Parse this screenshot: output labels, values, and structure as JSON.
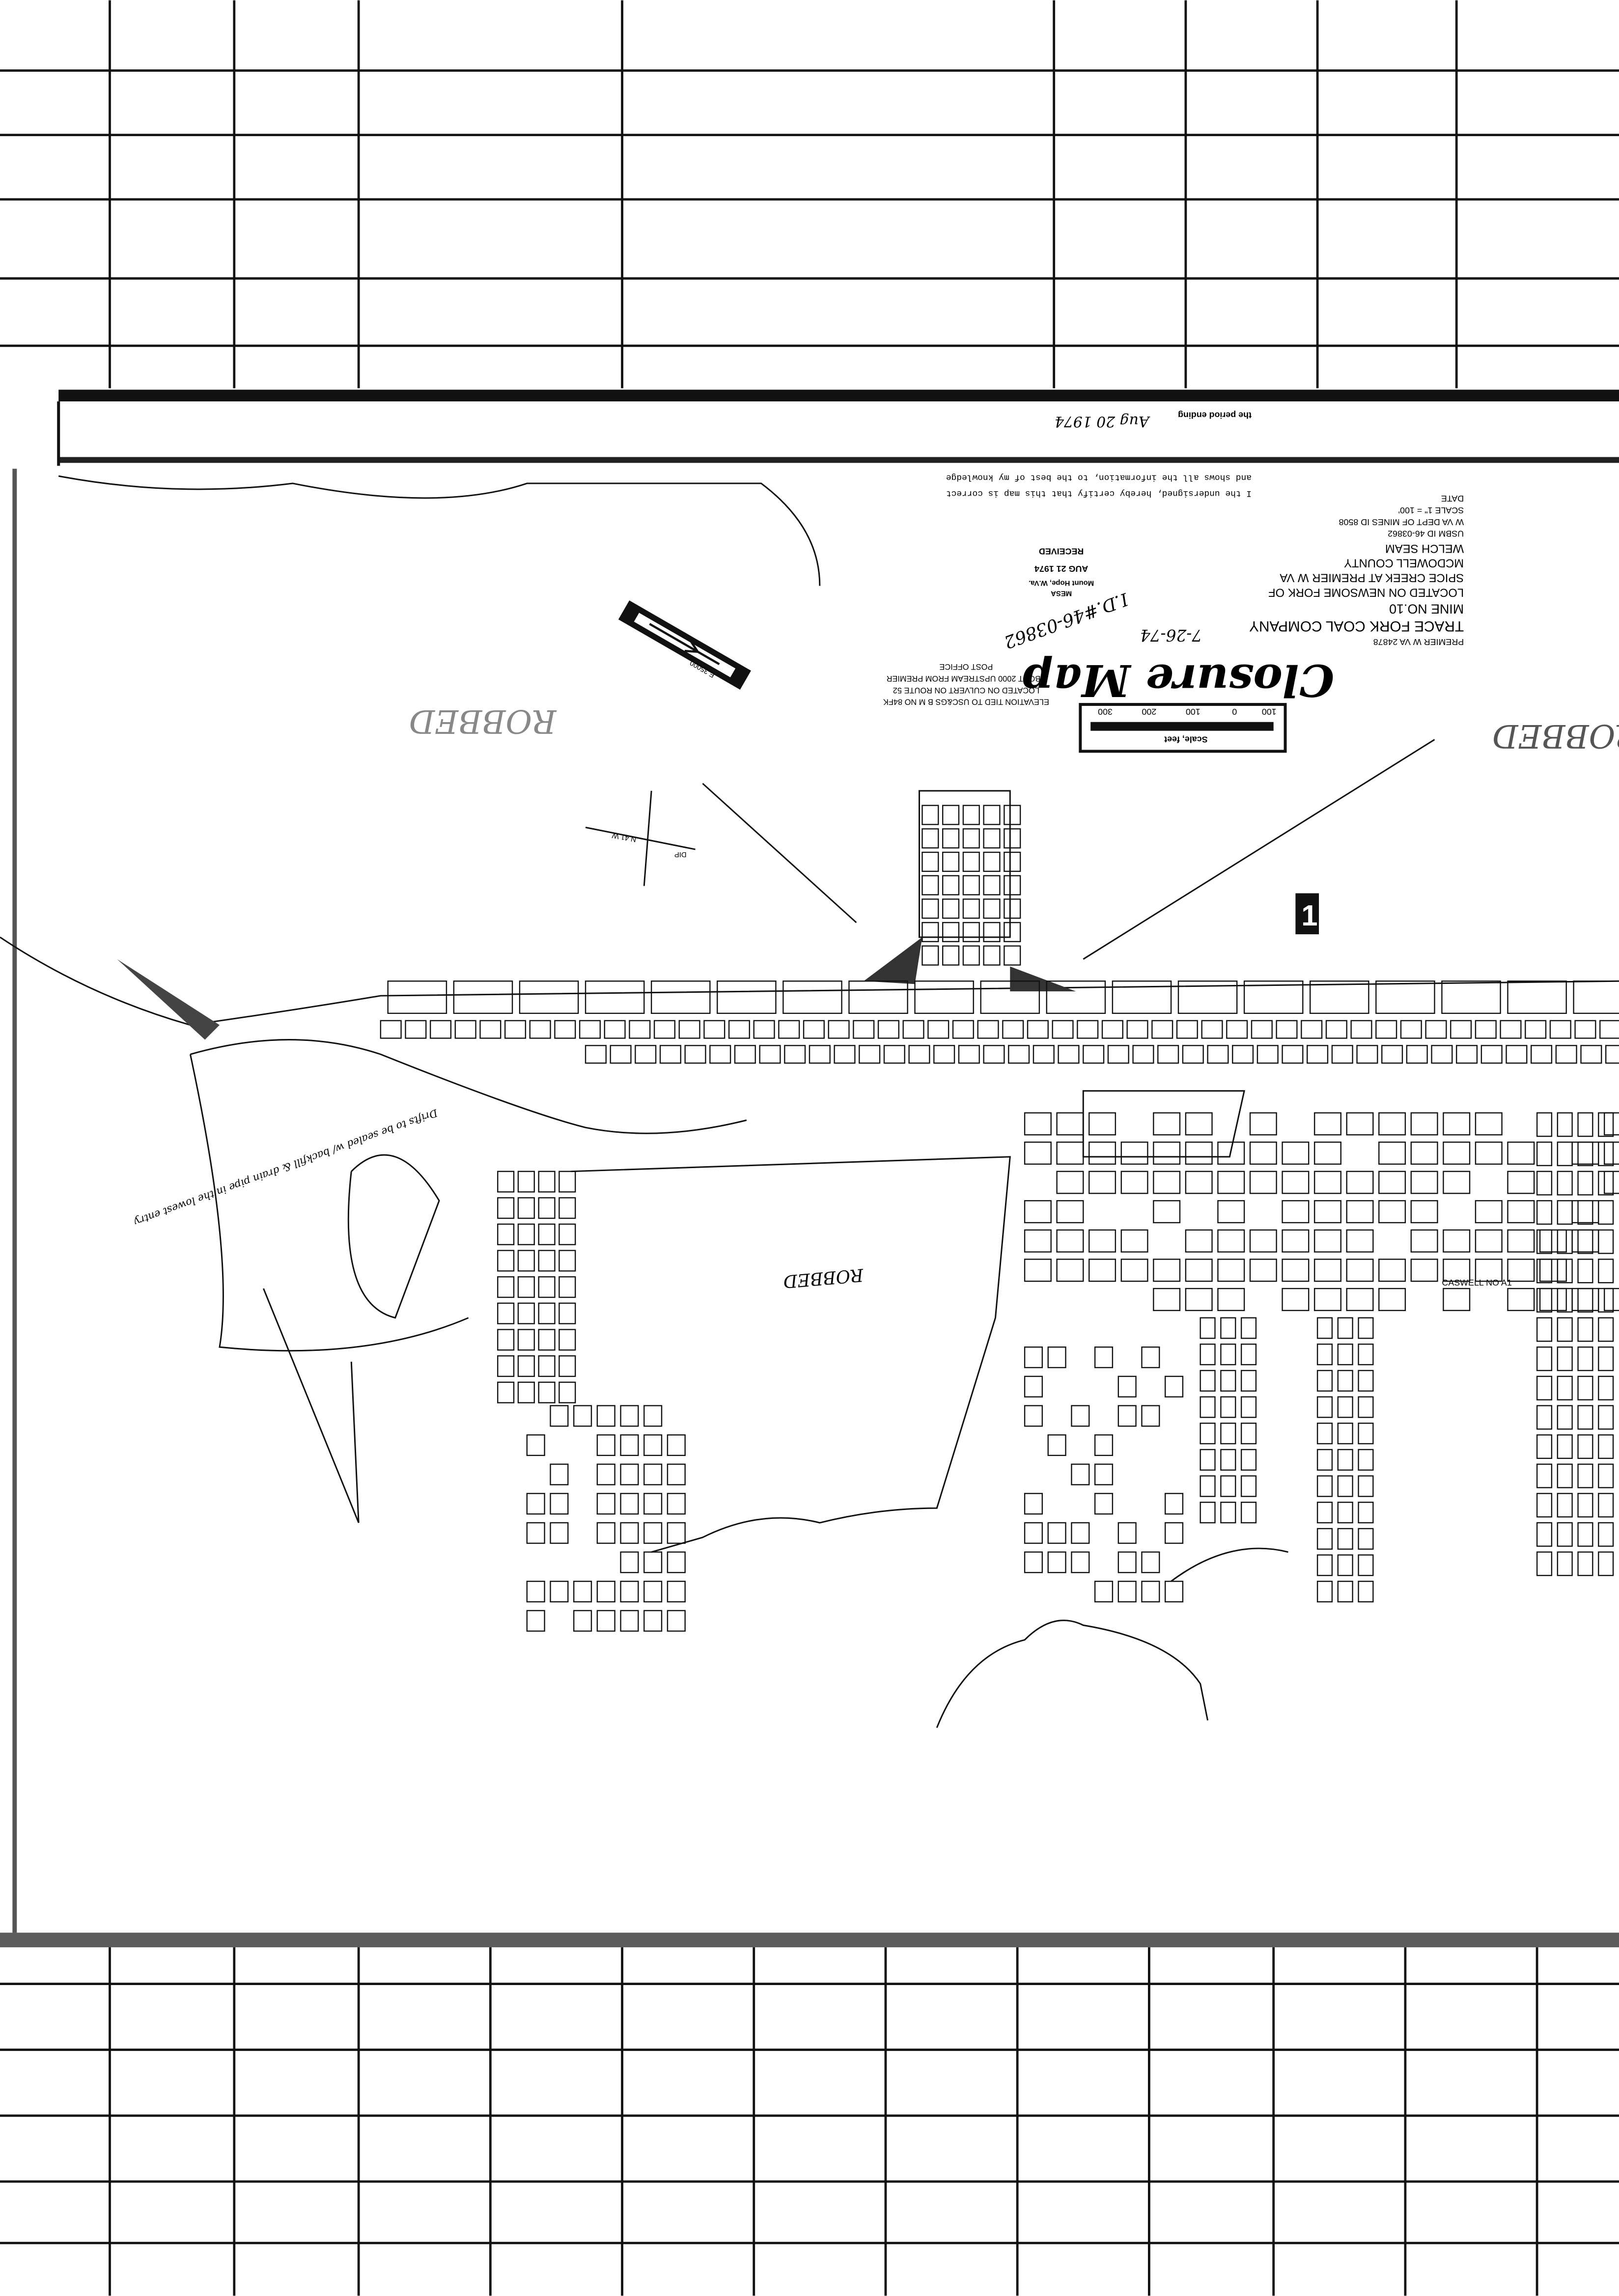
{
  "title": {
    "stamp": "Closure Map",
    "date_handwritten": "7-26-74",
    "id_handwritten": "I.D.#46-03862"
  },
  "title_block": {
    "lines": [
      "PREMIER W VA 24878",
      "TRACE FORK COAL COMPANY",
      "MINE NO.10",
      "LOCATED ON NEWSOME FORK    OF",
      "SPICE CREEK AT PREMIER W VA",
      "MCDOWELL COUNTY",
      "WELCH SEAM",
      "USBM ID 46-03862",
      "W VA DEPT OF MINES ID 8508",
      "SCALE 1\" = 100'",
      "DATE"
    ]
  },
  "received_stamp": {
    "agency": "MESA",
    "location": "Mount Hope, W.Va.",
    "date": "AUG 21 1974",
    "label": "RECEIVED"
  },
  "certification": {
    "line1": "I the undersigned, hereby certify that this map is correct",
    "line2": "and shows all the information, to the best of my knowledge",
    "line3": "the period ending",
    "signature_date": "Aug 20 1974"
  },
  "elevation_note": [
    "ELEVATION TIED TO USC&GS B M NO 84FK",
    "LOCATED ON CULVERT ON ROUTE 52",
    "ABOUT 2000 UPSTREAM FROM PREMIER",
    "POST OFFICE"
  ],
  "scale_bar": {
    "title": "Scale, feet",
    "ticks": [
      "100",
      "0",
      "100",
      "200",
      "300"
    ]
  },
  "map_labels": {
    "robbed_1": "ROBBED",
    "robbed_2": "ROBBED",
    "robbed_3": "ROBBED",
    "caswell": "CASWELL NO A1",
    "marker": "1",
    "dip": "DIP",
    "strike": "N 41 W",
    "coord": "E 35000",
    "note": "Drifts to be sealed w/ backfill & drain pipe in the lowest entry"
  }
}
